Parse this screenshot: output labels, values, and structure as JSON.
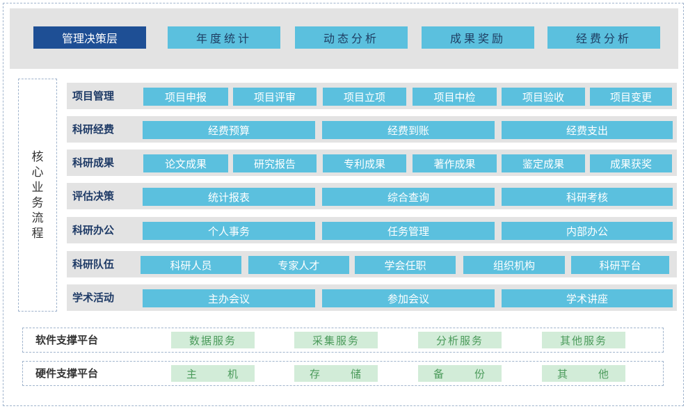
{
  "header": {
    "management": "管理决策层",
    "tabs": [
      "年度统计",
      "动态分析",
      "成果奖励",
      "经费分析"
    ]
  },
  "side_label": "核心业务流程",
  "rows": [
    {
      "name": "项目管理",
      "items": [
        "项目申报",
        "项目评审",
        "项目立项",
        "项目中检",
        "项目验收",
        "项目变更"
      ]
    },
    {
      "name": "科研经费",
      "items": [
        "经费预算",
        "经费到账",
        "经费支出"
      ]
    },
    {
      "name": "科研成果",
      "items": [
        "论文成果",
        "研究报告",
        "专利成果",
        "著作成果",
        "鉴定成果",
        "成果获奖"
      ]
    },
    {
      "name": "评估决策",
      "items": [
        "统计报表",
        "综合查询",
        "科研考核"
      ]
    },
    {
      "name": "科研办公",
      "items": [
        "个人事务",
        "任务管理",
        "内部办公"
      ]
    },
    {
      "name": "科研队伍",
      "items": [
        "科研人员",
        "专家人才",
        "学会任职",
        "组织机构",
        "科研平台"
      ]
    },
    {
      "name": "学术活动",
      "items": [
        "主办会议",
        "参加会议",
        "学术讲座"
      ]
    }
  ],
  "platforms": [
    {
      "name": "软件支撑平台",
      "items": [
        "数据服务",
        "采集服务",
        "分析服务",
        "其他服务"
      ]
    },
    {
      "name": "硬件支撑平台",
      "items": [
        [
          "主",
          "机"
        ],
        [
          "存",
          "储"
        ],
        [
          "备",
          "份"
        ],
        [
          "其",
          "他"
        ]
      ]
    }
  ]
}
